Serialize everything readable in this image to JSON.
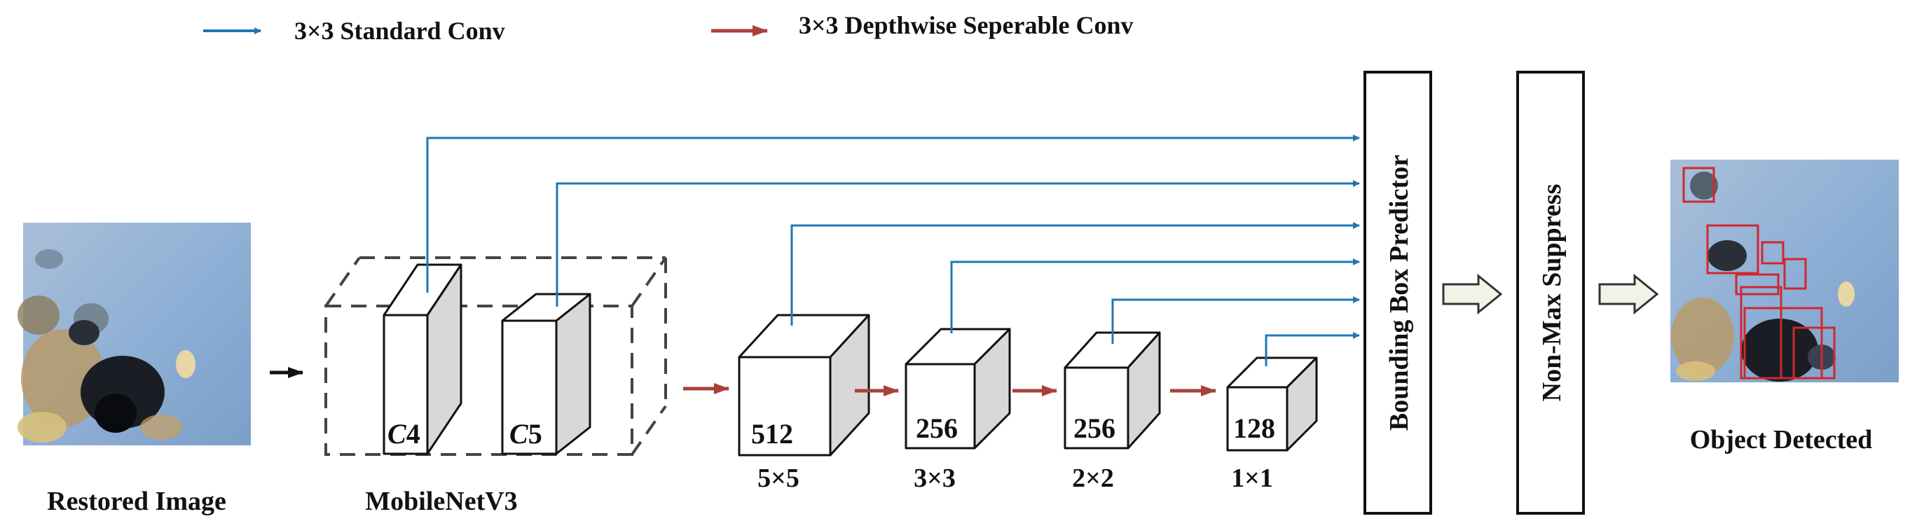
{
  "legend": {
    "standard": {
      "label": "3×3 Standard Conv",
      "color": "#1f77b4"
    },
    "depthwise": {
      "label": "3×3 Depthwise Seperable Conv",
      "color": "#a8413a"
    }
  },
  "input": {
    "label": "Restored Image"
  },
  "backbone": {
    "label": "MobileNetV3",
    "c4": {
      "italic": "C",
      "num": "4"
    },
    "c5": {
      "italic": "C",
      "num": "5"
    }
  },
  "feature_maps": [
    {
      "channels": "512",
      "size": "5×5"
    },
    {
      "channels": "256",
      "size": "3×3"
    },
    {
      "channels": "256",
      "size": "2×2"
    },
    {
      "channels": "128",
      "size": "1×1"
    }
  ],
  "predictor": {
    "label": "Bounding Box Predictor"
  },
  "nms": {
    "label": "Non-Max Suppress"
  },
  "output": {
    "label": "Object Detected",
    "box_color": "#d0282e"
  },
  "colors": {
    "cube_side": "#d8d8d8",
    "cube_face": "#ffffff",
    "stroke": "#111111",
    "hollow_arrow": "#f2f2e6"
  }
}
